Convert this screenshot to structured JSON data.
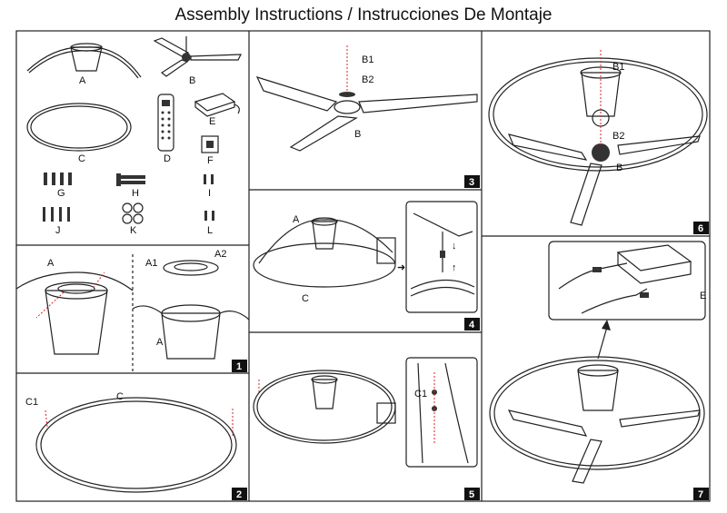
{
  "title": "Assembly Instructions / Instrucciones De Montaje",
  "parts": {
    "a": "A",
    "b": "B",
    "c": "C",
    "d": "D",
    "e": "E",
    "f": "F",
    "g": "G",
    "h": "H",
    "i": "I",
    "j": "J",
    "k": "K",
    "l": "L"
  },
  "steps": {
    "s1": {
      "num": "1",
      "labels": {
        "a": "A",
        "a_right": "A",
        "a1": "A1",
        "a2": "A2"
      }
    },
    "s2": {
      "num": "2",
      "labels": {
        "c1": "C1",
        "c": "C"
      }
    },
    "s3": {
      "num": "3",
      "labels": {
        "b1": "B1",
        "b2": "B2",
        "b": "B"
      }
    },
    "s4": {
      "num": "4",
      "labels": {
        "a": "A",
        "c": "C"
      }
    },
    "s5": {
      "num": "5",
      "labels": {
        "c1": "C1"
      }
    },
    "s6": {
      "num": "6",
      "labels": {
        "b1": "B1",
        "b2": "B2",
        "b": "B"
      }
    },
    "s7": {
      "num": "7",
      "labels": {
        "e": "E"
      }
    }
  },
  "colors": {
    "line": "#222222",
    "screw_guide": "#dd2222",
    "badge": "#111111"
  }
}
